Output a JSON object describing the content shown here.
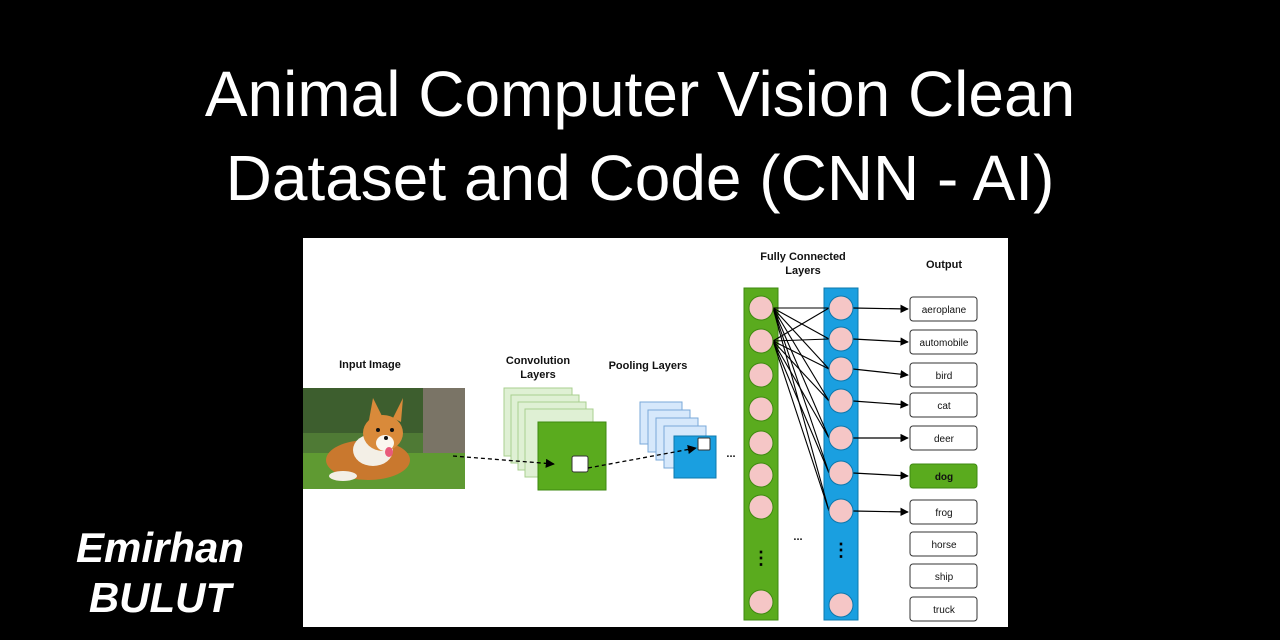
{
  "title": {
    "line1": "Animal Computer Vision Clean",
    "line2": "Dataset and Code (CNN - AI)"
  },
  "author": {
    "first": "Emirhan",
    "last": "BULUT"
  },
  "diagram": {
    "input_label": "Input Image",
    "conv_label_1": "Convolution",
    "conv_label_2": "Layers",
    "pool_label": "Pooling  Layers",
    "fc_label_1": "Fully Connected",
    "fc_label_2": "Layers",
    "output_label": "Output",
    "ellipsis": "...",
    "vertical_dots": "⋮",
    "classes": [
      "aeroplane",
      "automobile",
      "bird",
      "cat",
      "deer",
      "dog",
      "frog",
      "horse",
      "ship",
      "truck"
    ],
    "highlighted_class": "dog",
    "colors": {
      "conv_green": "#5aab1e",
      "conv_light": "#dff0d4",
      "pool_blue": "#1a9fe0",
      "pool_light": "#d6e8fb",
      "fc_green": "#5aab1e",
      "fc_blue": "#1a9fe0",
      "node_fill": "#f5c6c6"
    }
  }
}
